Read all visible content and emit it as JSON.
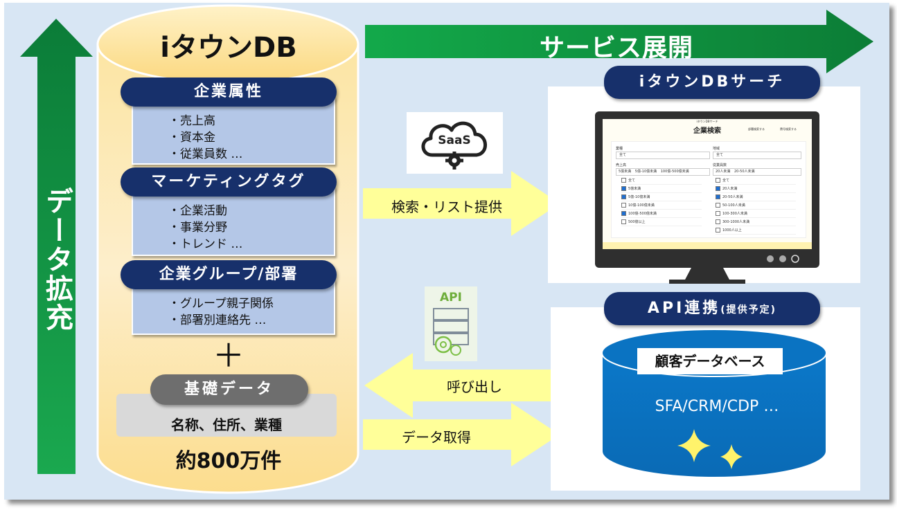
{
  "db": {
    "title": "iタウンDB",
    "sections": [
      {
        "label": "企業属性",
        "items": [
          "・売上高",
          "・資本金",
          "・従業員数 …"
        ]
      },
      {
        "label": "マーケティングタグ",
        "items": [
          "・企業活動",
          "・事業分野",
          "・トレンド …"
        ]
      },
      {
        "label": "企業グループ/部署",
        "items": [
          "・グループ親子関係",
          "・部署別連絡先 …"
        ]
      }
    ],
    "plus": "＋",
    "base_label": "基礎データ",
    "base_items": "名称、住所、業種",
    "count": "約800万件"
  },
  "left_arrow_label": "データ拡充",
  "top_arrow_label": "サービス展開",
  "search": {
    "pill": "iタウンDBサーチ",
    "saas_icon_text": "SaaS",
    "arrow_label": "検索・リスト提供",
    "monitor": {
      "brand": "iタウンDBサーチ",
      "title": "企業検索",
      "btn1": "部署検索する",
      "btn2": "費号検索する",
      "field1": "業種",
      "field2": "地域",
      "field3": "売上高",
      "field4": "従業員数",
      "chip_all": "全て",
      "sales_chips": [
        "5億未満",
        "5億-10億未満",
        "100億-500億未満"
      ],
      "emp_chips": [
        "20人未満",
        "20-50人未満"
      ],
      "sales_options": [
        "全て",
        "5億未満",
        "5億-10億未満",
        "10億-100億未満",
        "100億-500億未満",
        "500億以上"
      ],
      "sales_checked": [
        false,
        true,
        true,
        false,
        true,
        false
      ],
      "emp_options": [
        "全て",
        "20人未満",
        "20-50人未満",
        "50-100人未満",
        "100-300人未満",
        "300-1000人未満",
        "1000人以上"
      ],
      "emp_checked": [
        false,
        true,
        true,
        false,
        false,
        false,
        false
      ]
    }
  },
  "api": {
    "pill_main": "API連携",
    "pill_sub": "(提供予定)",
    "icon_text": "API",
    "call_label": "呼び出し",
    "get_label": "データ取得",
    "customer_db_label": "顧客データベース",
    "customer_db_items": "SFA/CRM/CDP …"
  },
  "colors": {
    "navy": "#17306b",
    "green": "#0e9a4a",
    "yellow_arrow": "#ffff99",
    "cylinder_blue": "#0070c0",
    "panel_bg": "#d8e6f4"
  }
}
